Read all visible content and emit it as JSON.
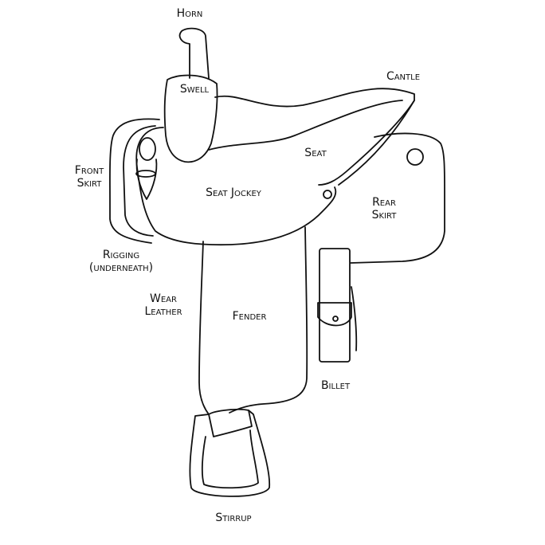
{
  "labels": {
    "horn": "Horn",
    "swell": "Swell",
    "cantle": "Cantle",
    "seat": "Seat",
    "front_skirt": [
      "Front",
      "Skirt"
    ],
    "seat_jockey": "Seat Jockey",
    "rear_skirt": [
      "Rear",
      "Skirt"
    ],
    "rigging": [
      "Rigging",
      "(underneath)"
    ],
    "wear_leather": [
      "Wear",
      "Leather"
    ],
    "fender": "Fender",
    "billet": "Billet",
    "stirrup": "Stirrup"
  },
  "colors": {
    "line": "#111111",
    "background": "#ffffff"
  }
}
